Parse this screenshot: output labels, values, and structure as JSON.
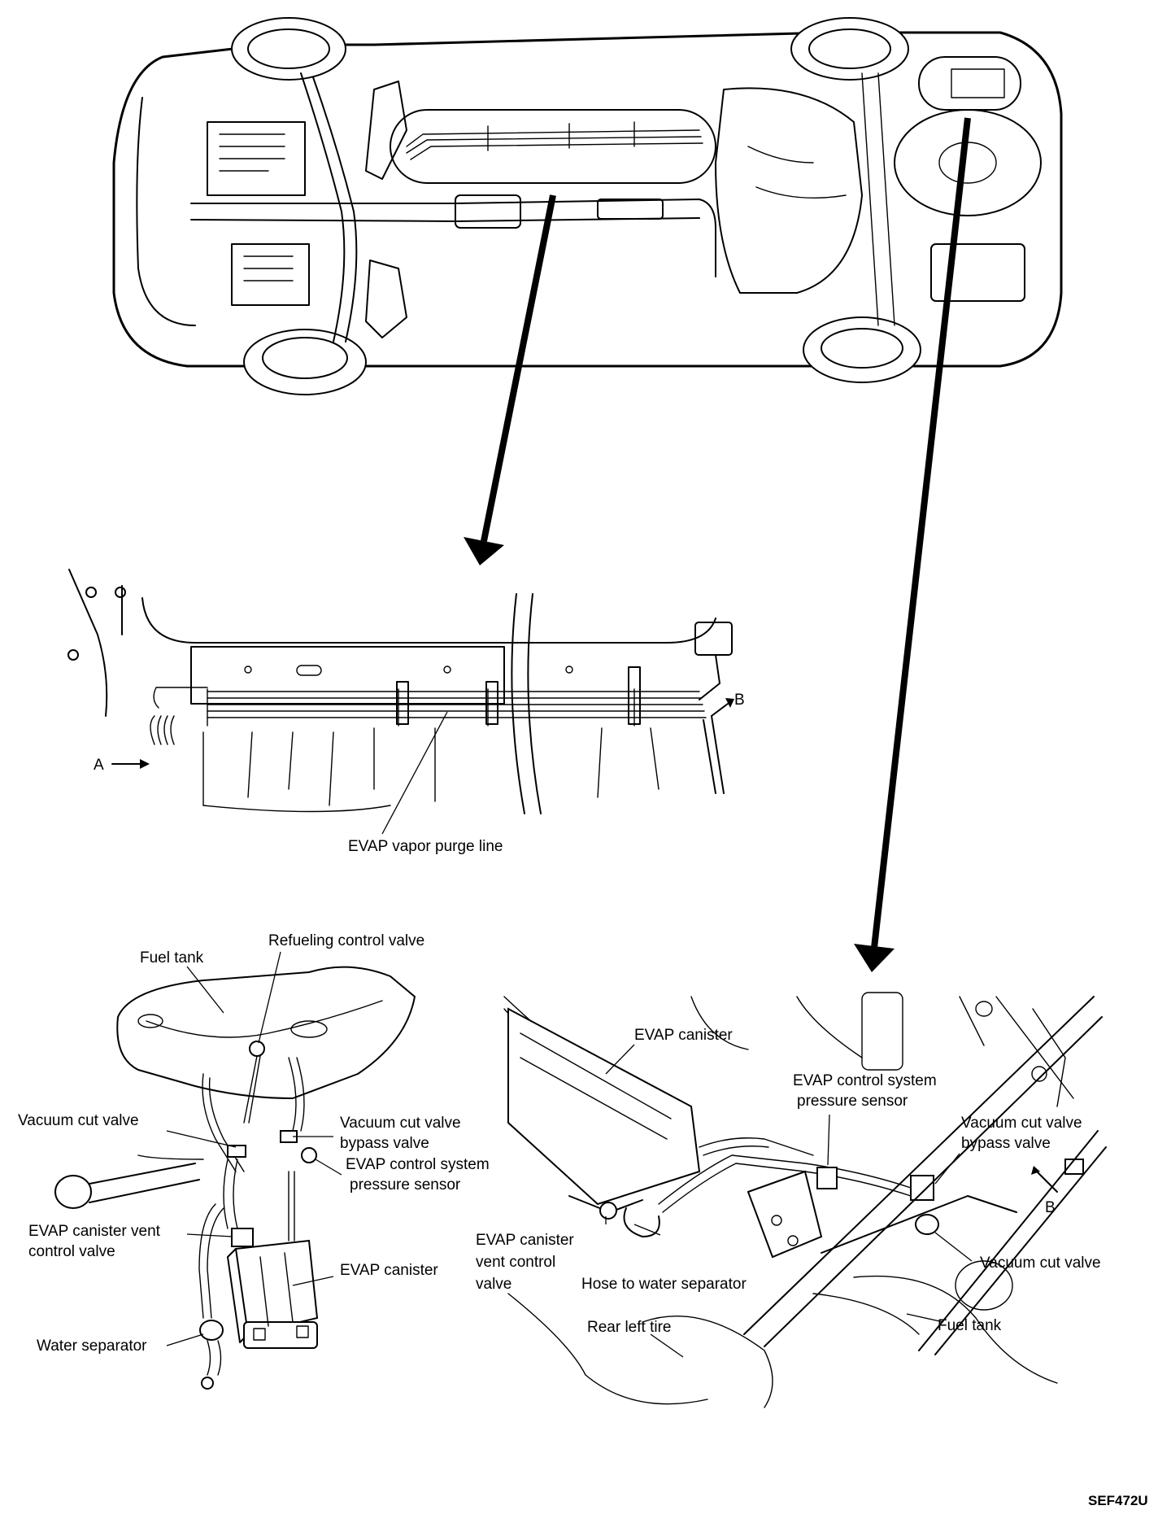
{
  "figure_code": "SEF472U",
  "detail_line": {
    "label_main": "EVAP vapor purge line",
    "end_a": "A",
    "end_b": "B"
  },
  "detail_tank": {
    "fuel_tank": "Fuel tank",
    "refueling_valve": "Refueling control valve",
    "vacuum_cut_valve": "Vacuum cut valve",
    "bypass_valve_1": "Vacuum cut valve",
    "bypass_valve_2": "bypass valve",
    "pressure_sensor_1": "EVAP control system",
    "pressure_sensor_2": "pressure sensor",
    "vent_valve_1": "EVAP canister vent",
    "vent_valve_2": "control valve",
    "canister": "EVAP canister",
    "water_separator": "Water separator"
  },
  "detail_underbody": {
    "canister": "EVAP canister",
    "pressure_sensor_1": "EVAP control system",
    "pressure_sensor_2": "pressure sensor",
    "bypass_valve_1": "Vacuum cut valve",
    "bypass_valve_2": "bypass valve",
    "end_b": "B",
    "vent_valve_1": "EVAP canister",
    "vent_valve_2": "vent control",
    "vent_valve_3": "valve",
    "vacuum_cut_valve": "Vacuum cut valve",
    "hose_to_separator": "Hose to water separator",
    "rear_left_tire": "Rear left tire",
    "fuel_tank": "Fuel tank"
  }
}
